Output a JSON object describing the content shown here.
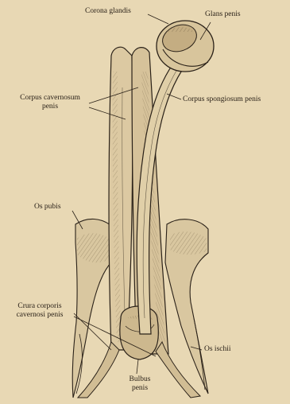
{
  "figure": {
    "labels": {
      "corona_glandis": "Corona glandis",
      "glans_penis": "Glans penis",
      "corpus_cavernosum": [
        "Corpus cavernosum",
        "penis"
      ],
      "corpus_spongiosum": "Corpus spongiosum penis",
      "os_pubis": "Os pubis",
      "crura": [
        "Crura corporis",
        "cavernosi penis"
      ],
      "os_ischii": "Os ischii",
      "bulbus": [
        "Bulbus",
        "penis"
      ]
    }
  },
  "colors": {
    "paper": "#e8d8b4",
    "ink": "#2a2118",
    "shade": "#6b5a40",
    "bone": "#d9c7a0"
  }
}
